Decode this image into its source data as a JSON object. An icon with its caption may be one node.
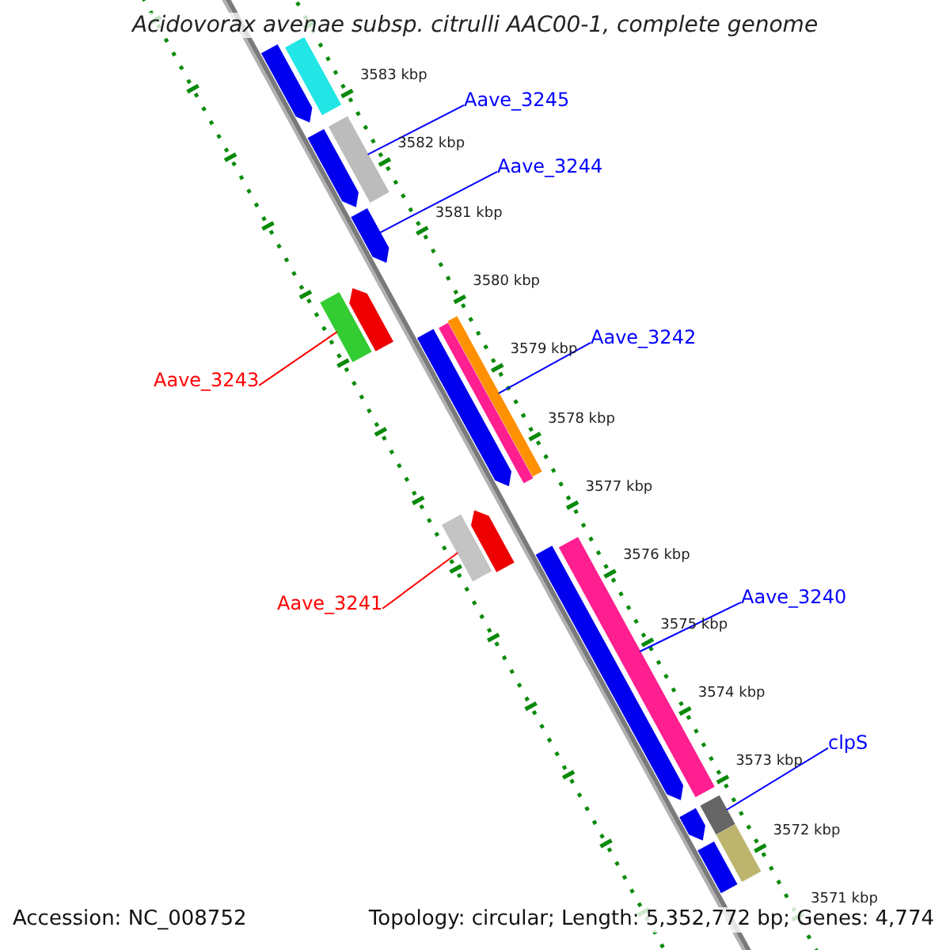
{
  "diagram": {
    "title": "Acidovorax avenae subsp. citrulli AAC00-1, complete genome",
    "nodes": [
      {
        "text": [
          "Aave_3245"
        ]
      },
      {
        "text": [],
        "shape": "bar"
      },
      {
        "text": [
          "Aave_3244"
        ]
      },
      {
        "text": [],
        "shape": "bar"
      },
      {
        "text": [
          "Aave_3243"
        ]
      },
      {
        "text": [],
        "shape": "bar"
      },
      {
        "text": [
          "Aave_3242"
        ]
      },
      {
        "text": [],
        "shape": "bar"
      },
      {
        "text": [
          "Aave_3241"
        ]
      },
      {
        "text": [],
        "shape": "bar"
      },
      {
        "text": [
          "Aave_3240"
        ]
      },
      {
        "text": [],
        "shape": "bar"
      },
      {
        "text": [
          "clpS"
        ]
      },
      {
        "text": [],
        "shape": "bar"
      },
      {
        "text": [],
        "shape": "bar"
      },
      {
        "text": [],
        "shape": "bar"
      },
      {
        "text": [],
        "shape": "bar"
      },
      {
        "text": [],
        "shape": "bar"
      },
      {
        "text": [],
        "shape": "bar"
      },
      {
        "text": [],
        "shape": "bar"
      },
      {
        "text": [],
        "shape": "bar"
      },
      {
        "text": [],
        "shape": "bar"
      },
      {
        "text": [],
        "shape": "bar"
      },
      {
        "text": [],
        "shape": "bar"
      },
      {
        "text": [],
        "shape": "bar"
      }
    ],
    "edges": [
      {
        "from": 0,
        "to": 1,
        "arrow": "none"
      },
      {
        "from": 2,
        "to": 3,
        "arrow": "none"
      },
      {
        "from": 4,
        "to": 5,
        "arrow": "none",
        "color": "#ff0000"
      },
      {
        "from": 6,
        "to": 7,
        "arrow": "none"
      },
      {
        "from": 8,
        "to": 9,
        "arrow": "none",
        "color": "#ff0000"
      },
      {
        "from": 10,
        "to": 11,
        "arrow": "none"
      },
      {
        "from": 12,
        "to": 13,
        "arrow": "none"
      }
    ],
    "labels": [
      "3583 kbp",
      "3582 kbp",
      "3581 kbp",
      "3580 kbp",
      "3579 kbp",
      "3578 kbp",
      "3577 kbp",
      "3576 kbp",
      "3575 kbp",
      "3574 kbp",
      "3573 kbp",
      "3572 kbp",
      "3571 kbp",
      "Accession: NC_008752",
      "Topology: circular; Length: 5,352,772 bp; Genes: 4,774"
    ]
  }
}
